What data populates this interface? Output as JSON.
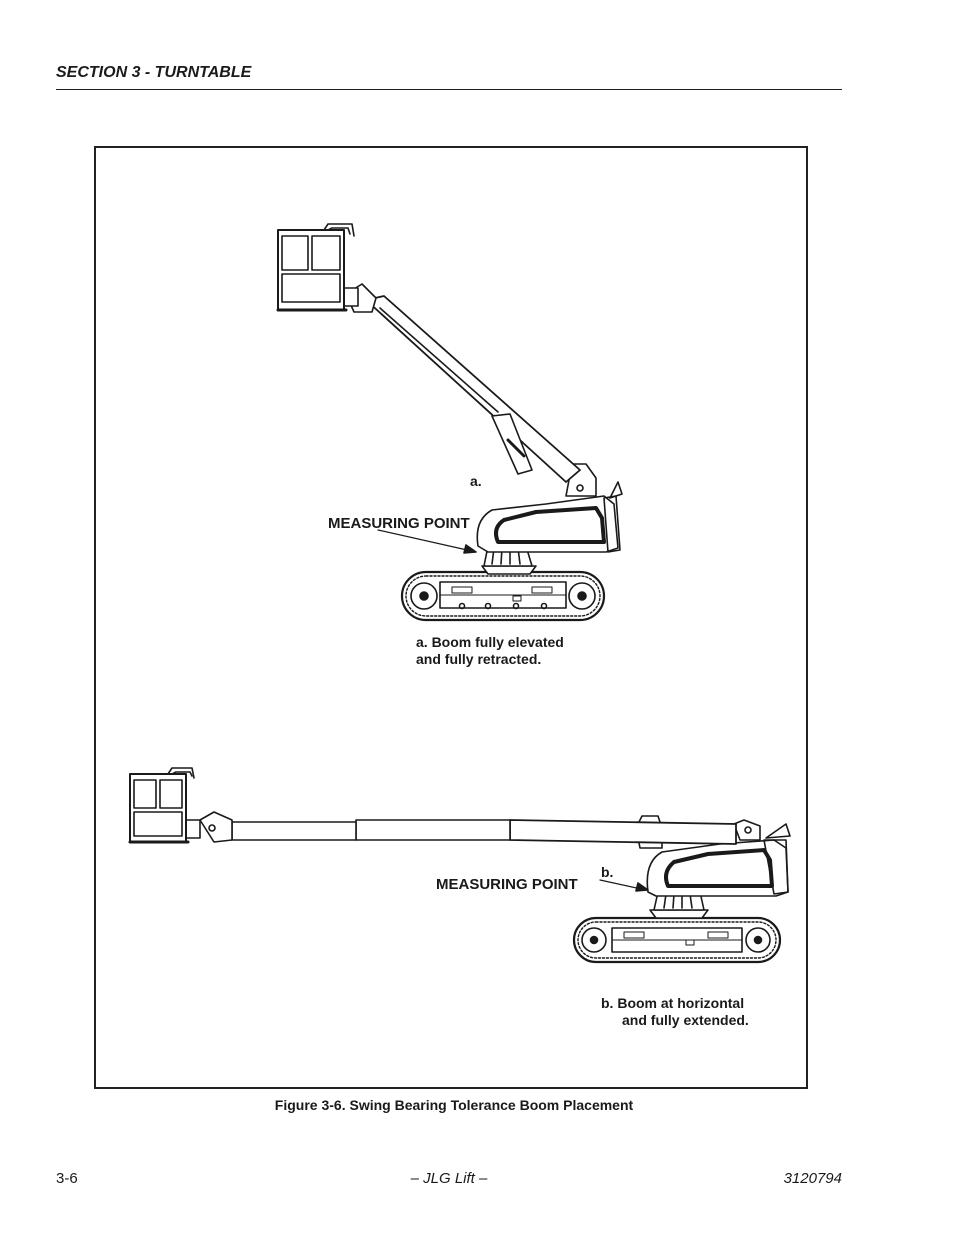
{
  "header": {
    "section": "SECTION 3 - TURNTABLE"
  },
  "figure": {
    "a": {
      "tag": "a.",
      "measuring_point": "MEASURING POINT",
      "caption_line1": "a. Boom fully elevated",
      "caption_line2": "and fully retracted."
    },
    "b": {
      "tag": "b.",
      "measuring_point": "MEASURING POINT",
      "caption_line1": "b. Boom at horizontal",
      "caption_line2": "and fully extended."
    },
    "caption": "Figure 3-6.  Swing Bearing Tolerance Boom Placement"
  },
  "footer": {
    "page": "3-6",
    "center": "– JLG Lift –",
    "doc_number": "3120794"
  }
}
